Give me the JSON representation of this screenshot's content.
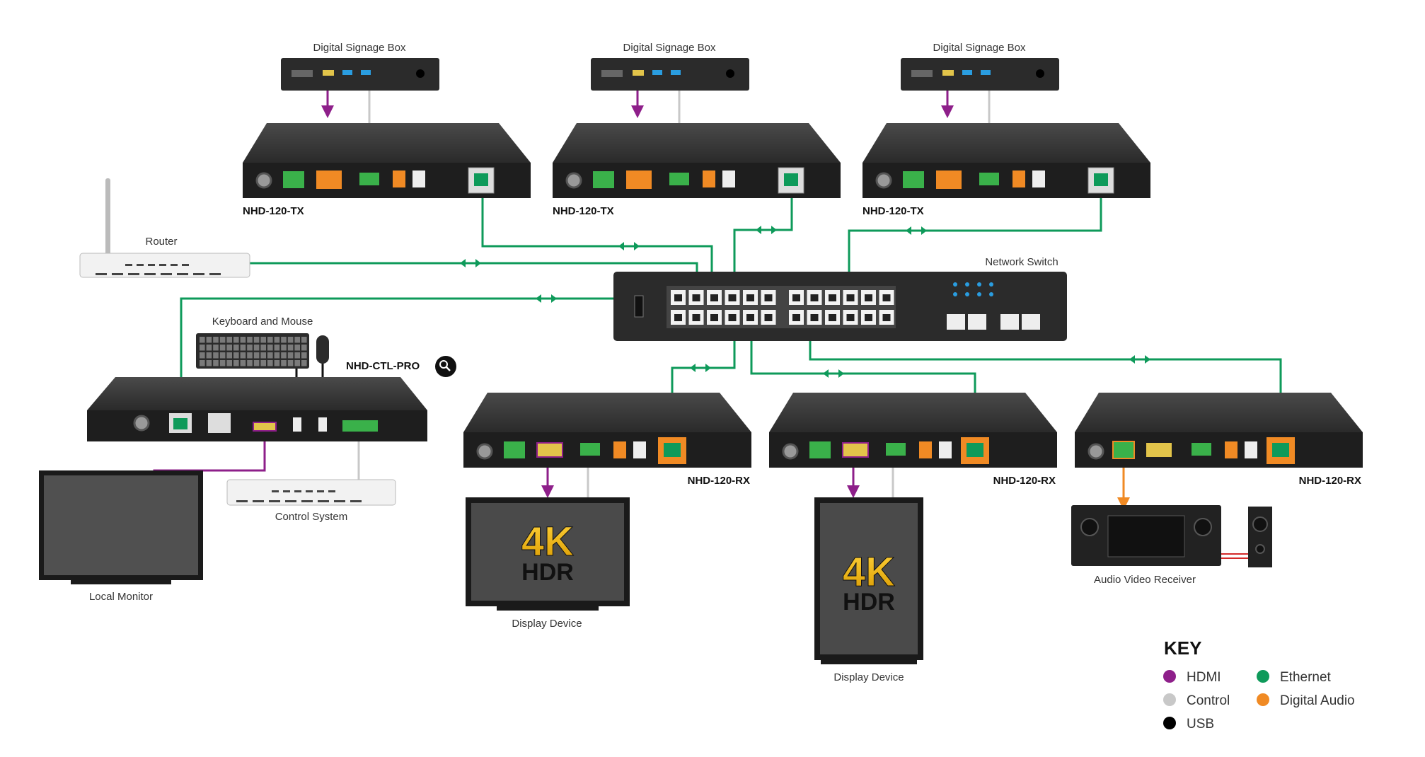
{
  "labels": {
    "signage_box": "Digital Signage Box",
    "nhd_120_tx": "NHD-120-TX",
    "nhd_120_rx": "NHD-120-RX",
    "nhd_ctl_pro": "NHD-CTL-PRO",
    "router": "Router",
    "network_switch": "Network Switch",
    "keyboard_mouse": "Keyboard and Mouse",
    "control_system": "Control System",
    "local_monitor": "Local Monitor",
    "display_device": "Display Device",
    "avr": "Audio Video Receiver",
    "badge_4k": "4K",
    "badge_hdr": "HDR"
  },
  "key": {
    "title": "KEY",
    "items": [
      {
        "label": "HDMI",
        "color": "#8e1f8a"
      },
      {
        "label": "Control",
        "color": "#c8c8c8"
      },
      {
        "label": "USB",
        "color": "#000000"
      },
      {
        "label": "Ethernet",
        "color": "#0e9a5a"
      },
      {
        "label": "Digital Audio",
        "color": "#f08a24"
      }
    ]
  },
  "colors": {
    "hdmi": "#8e1f8a",
    "control": "#c8c8c8",
    "usb": "#111111",
    "ethernet": "#0e9a5a",
    "audio": "#f08a24",
    "device": "#2b2b2b",
    "gold": "#f5b800"
  }
}
